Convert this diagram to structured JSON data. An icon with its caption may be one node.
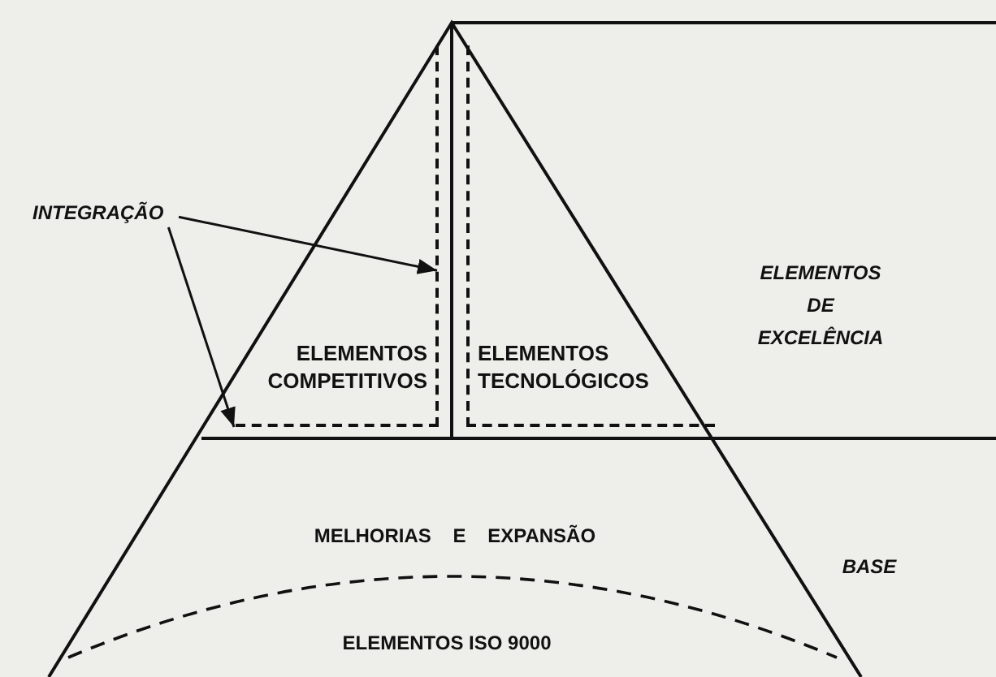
{
  "diagram": {
    "nodes": [
      {
        "text": [
          "INTEGRAÇÃO"
        ]
      },
      {
        "text": [
          "ELEMENTOS COMPETITIVOS"
        ]
      },
      {
        "text": [
          "ELEMENTOS TECNOLÓGICOS"
        ]
      }
    ],
    "edges": [
      {
        "from": 0,
        "to": 1,
        "arrow": "to"
      },
      {
        "from": 0,
        "to": 1,
        "arrow": "to"
      }
    ],
    "labels": [
      "ELEMENTOS DE EXCELÊNCIA",
      "MELHORIAS E EXPANSÃO",
      "BASE",
      "ELEMENTOS ISO 9000"
    ]
  }
}
